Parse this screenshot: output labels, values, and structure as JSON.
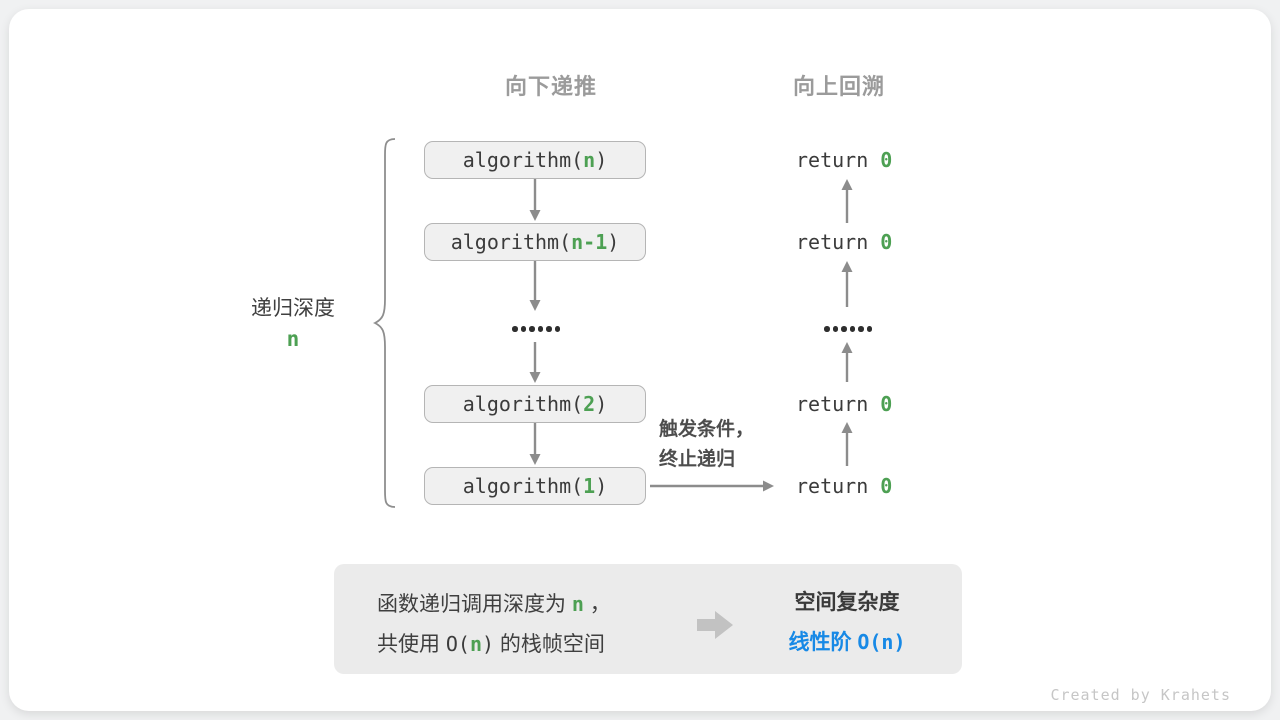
{
  "headers": {
    "descend": "向下递推",
    "backtrack": "向上回溯"
  },
  "depth_label": {
    "text": "递归深度",
    "var": "n"
  },
  "call_stack": [
    {
      "pre": "algorithm(",
      "arg": "n",
      "post": ")"
    },
    {
      "pre": "algorithm(",
      "arg": "n-1",
      "post": ")"
    },
    {
      "pre": "algorithm(",
      "arg": "2",
      "post": ")"
    },
    {
      "pre": "algorithm(",
      "arg": "1",
      "post": ")"
    }
  ],
  "returns": [
    {
      "pre": "return ",
      "val": "0"
    },
    {
      "pre": "return ",
      "val": "0"
    },
    {
      "pre": "return ",
      "val": "0"
    },
    {
      "pre": "return ",
      "val": "0"
    }
  ],
  "ellipsis": "......",
  "base_case_note": {
    "line1": "触发条件，",
    "line2": "终止递归"
  },
  "summary": {
    "line1_pre": "函数递归调用深度为 ",
    "line1_var": "n",
    "line1_post": " ，",
    "line2_pre": "共使用 ",
    "line2_o_open": "O(",
    "line2_var": "n",
    "line2_o_close": ")",
    "line2_post": " 的栈帧空间",
    "result_title": "空间复杂度",
    "result_label": "线性阶 ",
    "result_big_o": "O(n)"
  },
  "watermark": "Created by Krahets",
  "colors": {
    "green": "#4da053",
    "blue": "#1789e6",
    "arrow_gray": "#8c8c8c",
    "box_fill": "#f0f0f0",
    "box_border": "#b5b5b5"
  }
}
